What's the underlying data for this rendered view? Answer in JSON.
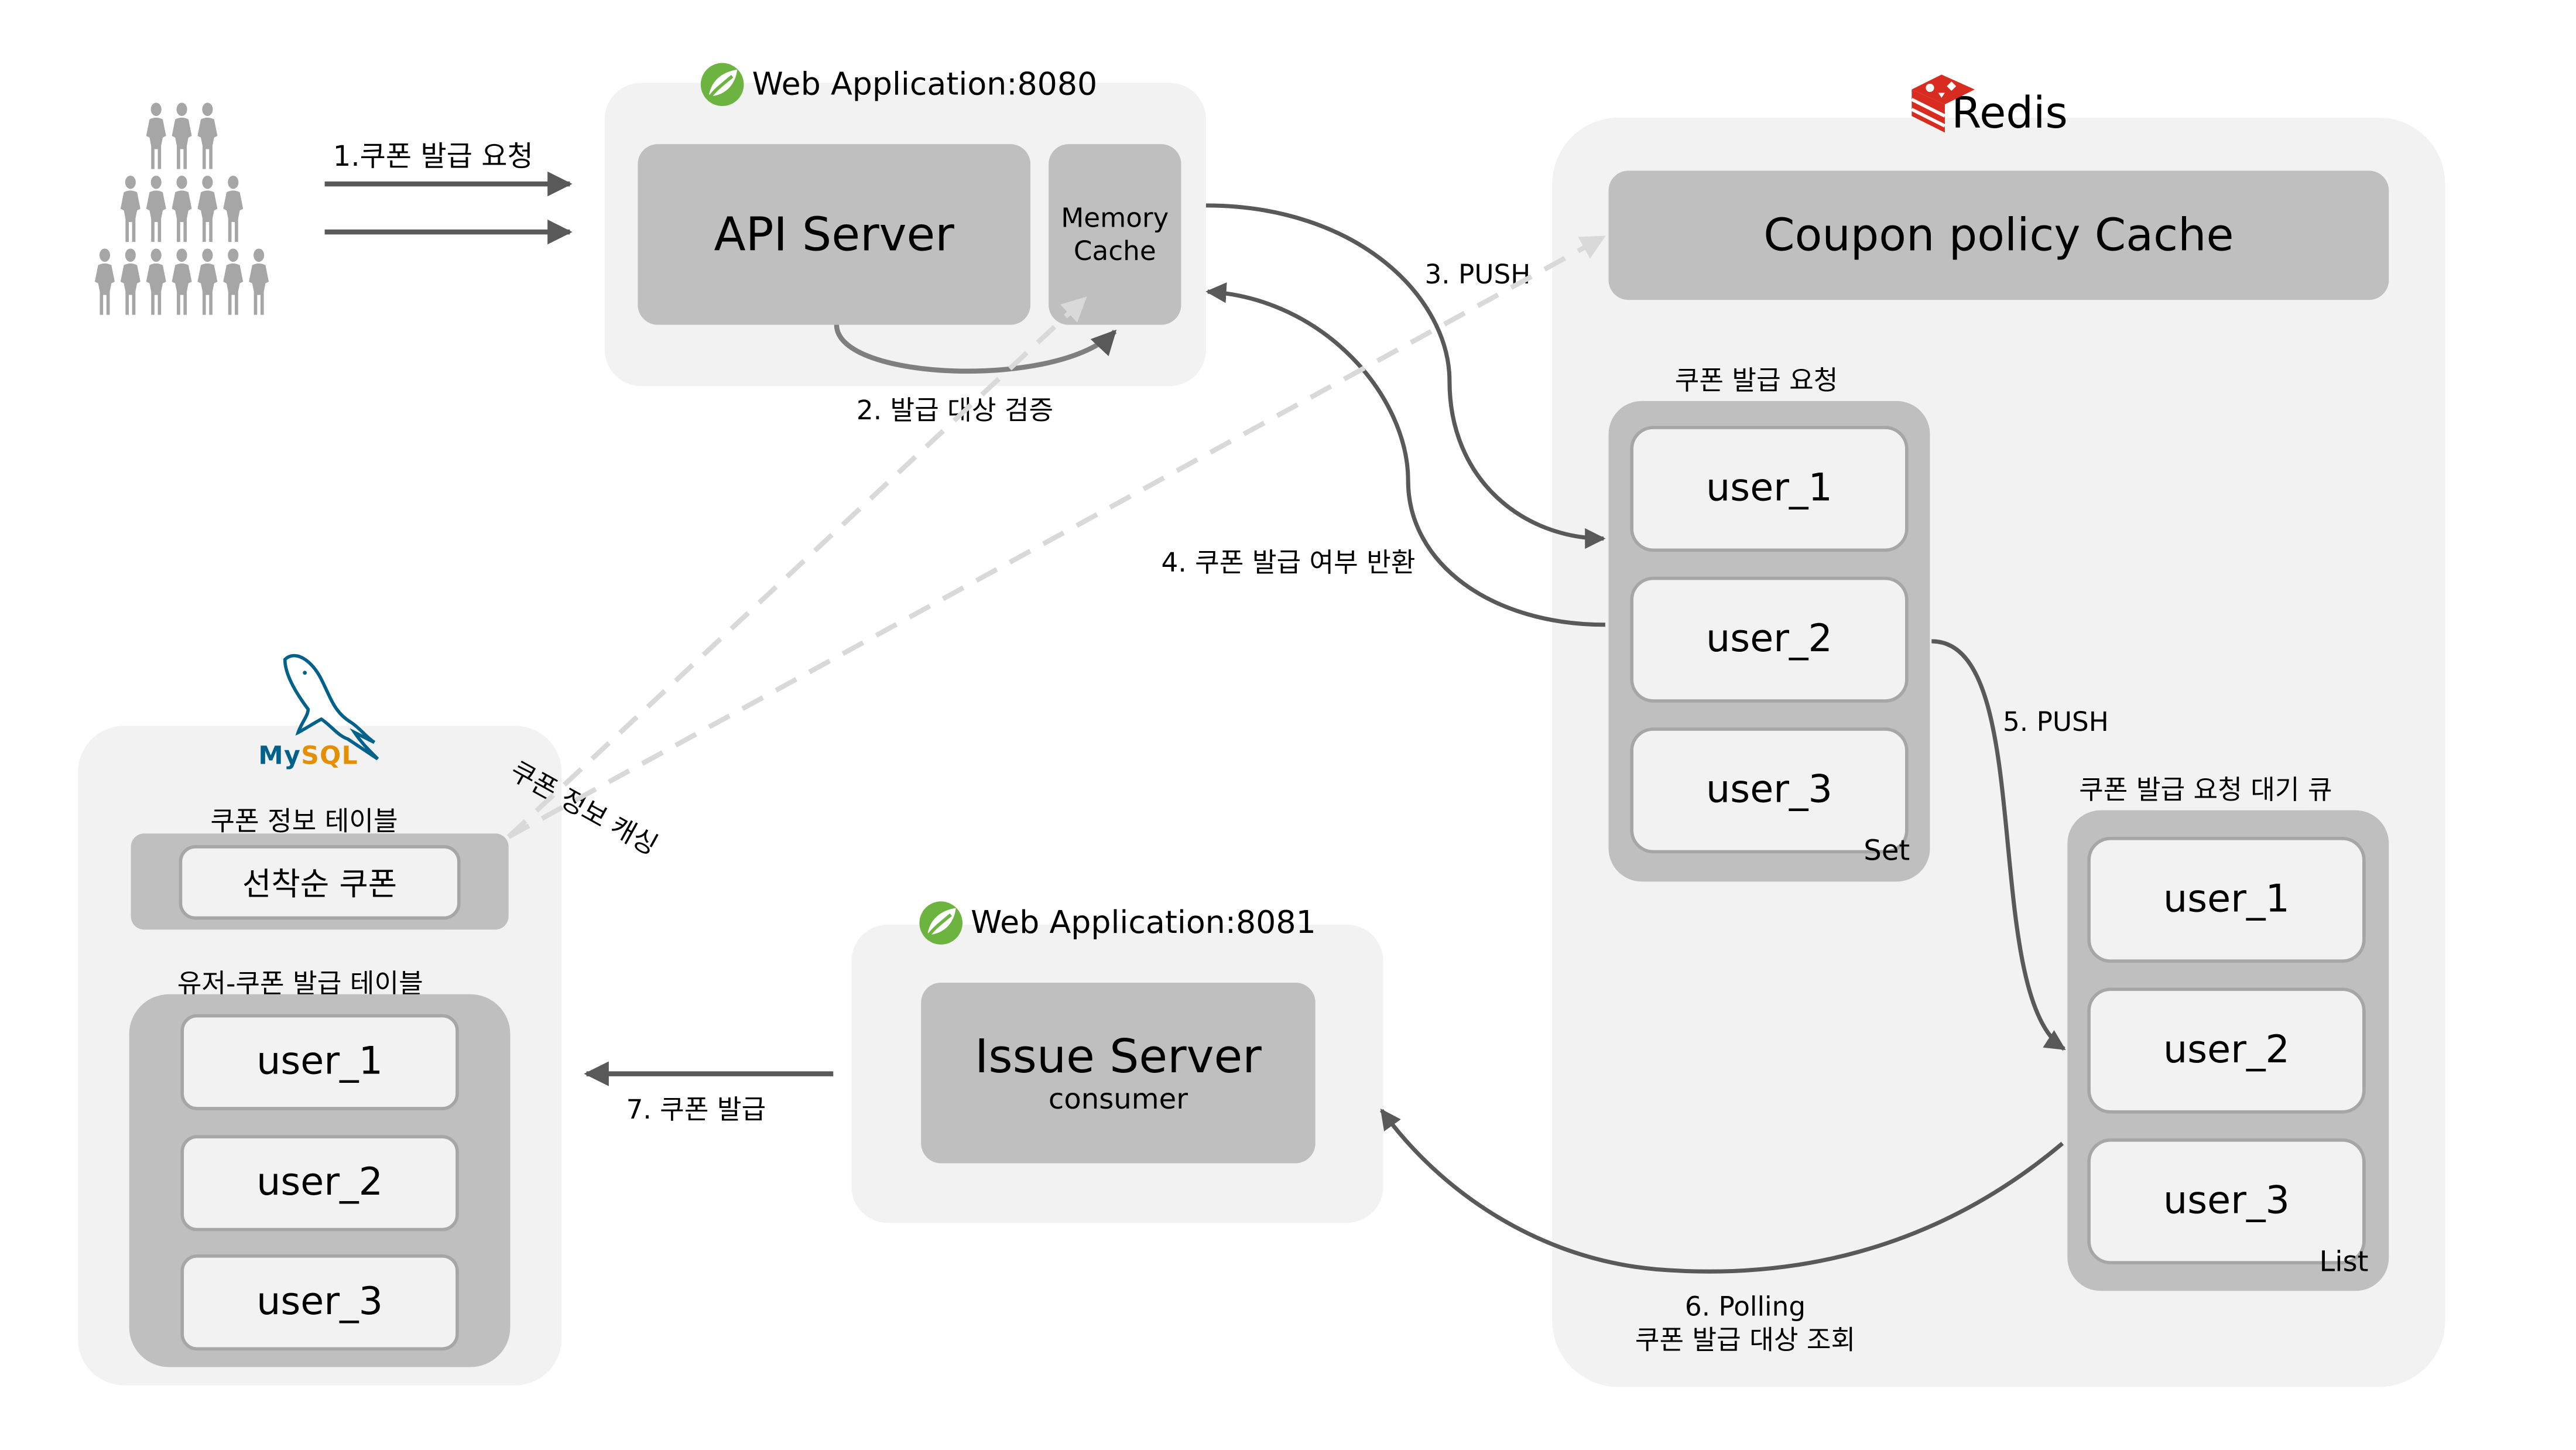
{
  "users_group": {
    "label": "users-crowd"
  },
  "steps": {
    "s1": "1.쿠폰 발급 요청",
    "s2": "2. 발급 대상 검증",
    "s3": "3. PUSH",
    "s4": "4. 쿠폰 발급 여부 반환",
    "s5": "5. PUSH",
    "s6_line1": "6. Polling",
    "s6_line2": "쿠폰 발급 대상 조회",
    "s7": "7. 쿠폰 발급",
    "caching": "쿠폰 정보 캐싱"
  },
  "api_app": {
    "title": "Web Application:8080",
    "server": "API Server",
    "cache_line1": "Memory",
    "cache_line2": "Cache"
  },
  "issue_app": {
    "title": "Web Application:8081",
    "server": "Issue Server",
    "subtitle": "consumer"
  },
  "redis": {
    "title": "Redis",
    "policy_cache": "Coupon policy Cache",
    "request_set": {
      "title": "쿠폰 발급 요청",
      "type": "Set",
      "items": [
        "user_1",
        "user_2",
        "user_3"
      ]
    },
    "queue": {
      "title": "쿠폰 발급 요청 대기 큐",
      "type": "List",
      "items": [
        "user_1",
        "user_2",
        "user_3"
      ]
    }
  },
  "mysql": {
    "logo_text_my": "My",
    "logo_text_sql": "SQL",
    "coupon_table": {
      "title": "쿠폰 정보 테이블",
      "row": "선착순 쿠폰"
    },
    "issue_table": {
      "title": "유저-쿠폰 발급 테이블",
      "items": [
        "user_1",
        "user_2",
        "user_3"
      ]
    }
  },
  "colors": {
    "panel": "#f2f2f2",
    "box": "#bfbfbf",
    "cell_border": "#a6a6a6",
    "arrow": "#595959",
    "dashed": "#d9d9d9",
    "people": "#a6a6a6",
    "spring_green": "#6db33f",
    "redis_red": "#d82c20",
    "mysql_blue": "#00618a",
    "mysql_orange": "#e48e00"
  }
}
